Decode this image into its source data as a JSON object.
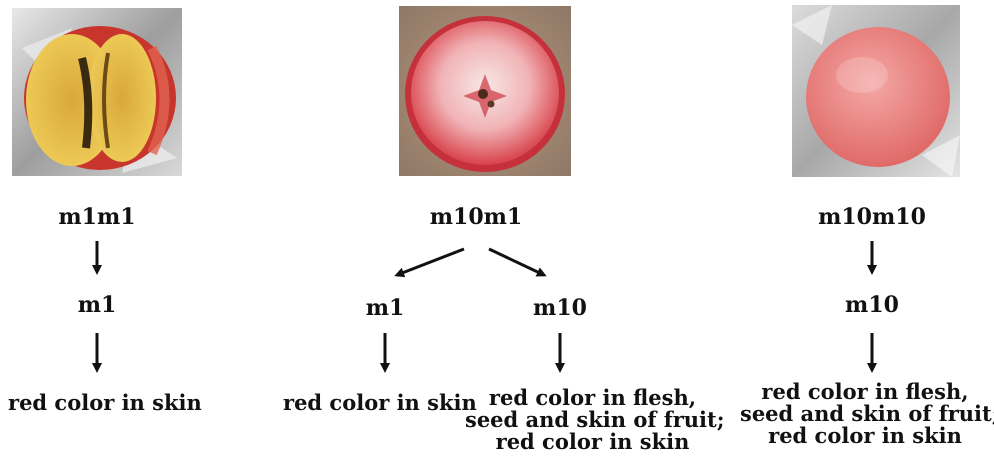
{
  "columns": {
    "left": {
      "genotype": "m1m1",
      "allele": "m1",
      "phenotype": [
        "red color in skin"
      ]
    },
    "middle": {
      "genotype": "m10m1",
      "allele_a": "m1",
      "allele_b": "m10",
      "phenotype_a": [
        "red color in skin"
      ],
      "phenotype_b": [
        "red color in flesh,",
        "seed and skin of fruit;",
        "red color in skin"
      ]
    },
    "right": {
      "genotype": "m10m10",
      "allele": "m10",
      "phenotype": [
        "red color in flesh,",
        "seed and skin of fruit;",
        "red color in skin"
      ]
    }
  },
  "colors": {
    "text": "#111111",
    "arrow": "#111111",
    "foil": "#bfbfbf",
    "apple_red": "#d9473e",
    "apple_yellow": "#e7c24a",
    "flesh_pink": "#f1b3b6"
  }
}
